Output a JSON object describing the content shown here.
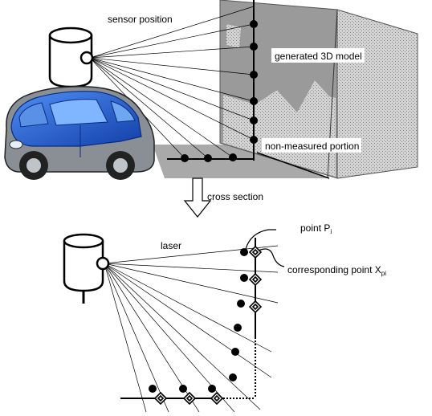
{
  "labels": {
    "sensor_position": "sensor position",
    "generated_model": "generated 3D model",
    "non_measured": "non-measured portion",
    "cross_section": "cross section",
    "laser": "laser",
    "point_p": "point P",
    "point_p_sub": "i",
    "corresponding_point": "corresponding point X",
    "corresponding_point_sub": "pi"
  },
  "colors": {
    "wall_gray": "#9a9a9a",
    "wall_light": "#cfcfcf",
    "car_blue": "#1f5fd6",
    "car_body_gray": "#8a8f96",
    "black": "#000000"
  },
  "icons": {
    "sensor": "laser-scanner-icon",
    "car": "car-icon",
    "arrow": "down-arrow-icon"
  }
}
